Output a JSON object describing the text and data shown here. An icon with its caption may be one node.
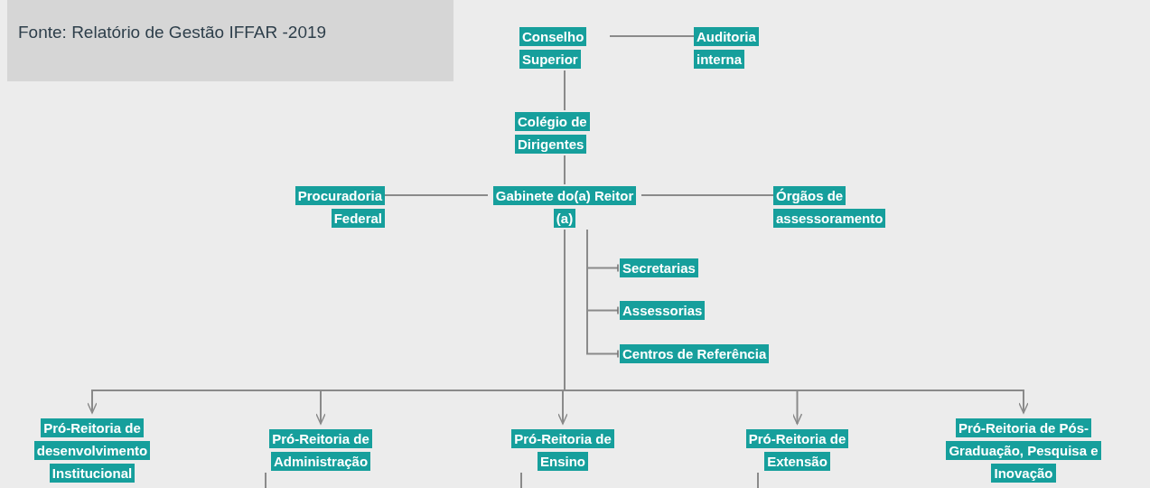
{
  "diagram": {
    "nodes": [
      {
        "text": [
          "Conselho Superior"
        ]
      },
      {
        "text": [
          "Auditoria interna"
        ]
      },
      {
        "text": [
          "Colégio de Dirigentes"
        ]
      },
      {
        "text": [
          "Procuradoria Federal"
        ]
      },
      {
        "text": [
          "Gabinete do(a) Reitor (a)"
        ]
      },
      {
        "text": [
          "Órgãos de assessoramento"
        ]
      },
      {
        "text": [
          "Secretarias"
        ]
      },
      {
        "text": [
          "Assessorias"
        ]
      },
      {
        "text": [
          "Centros de Referência"
        ]
      },
      {
        "text": [
          "Pró-Reitoria de desenvolvimento Institucional"
        ]
      },
      {
        "text": [
          "Pró-Reitoria de Administração"
        ]
      },
      {
        "text": [
          "Pró-Reitoria de Ensino"
        ]
      },
      {
        "text": [
          "Pró-Reitoria de Extensão"
        ]
      },
      {
        "text": [
          "Pró-Reitoria de Pós- Graduação, Pesquisa e Inovação"
        ]
      }
    ],
    "edges": [
      {
        "from": 0,
        "to": 1,
        "arrow": "none"
      },
      {
        "from": 0,
        "to": 2,
        "arrow": "none"
      },
      {
        "from": 2,
        "to": 4,
        "arrow": "none"
      },
      {
        "from": 4,
        "to": 3,
        "arrow": "none"
      },
      {
        "from": 4,
        "to": 5,
        "arrow": "none"
      },
      {
        "from": 4,
        "to": 6,
        "arrow": "other"
      },
      {
        "from": 4,
        "to": 7,
        "arrow": "other"
      },
      {
        "from": 4,
        "to": 8,
        "arrow": "other"
      },
      {
        "from": 4,
        "to": 9,
        "arrow": "to"
      },
      {
        "from": 4,
        "to": 10,
        "arrow": "to"
      },
      {
        "from": 4,
        "to": 11,
        "arrow": "to"
      },
      {
        "from": 4,
        "to": 12,
        "arrow": "to"
      },
      {
        "from": 4,
        "to": 13,
        "arrow": "to"
      },
      {
        "from": 10,
        "to": null,
        "arrow": "none"
      },
      {
        "from": 11,
        "to": null,
        "arrow": "none"
      },
      {
        "from": 12,
        "to": null,
        "arrow": "none"
      }
    ],
    "labels": [
      "Fonte: Relatório de Gestão IFFAR -2019"
    ]
  }
}
